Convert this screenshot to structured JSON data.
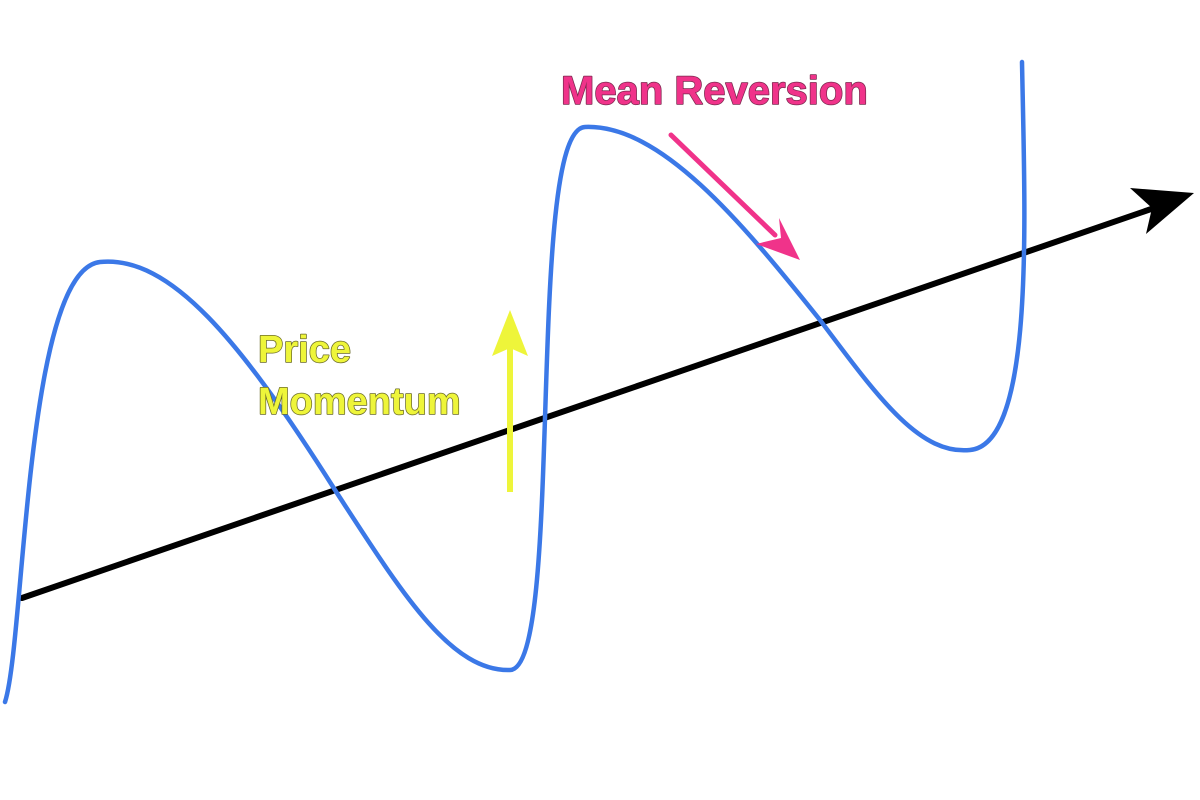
{
  "labels": {
    "mean_reversion": "Mean Reversion",
    "price_momentum_line1": "Price",
    "price_momentum_line2": "Momentum"
  },
  "colors": {
    "price_curve": "#3b78e7",
    "trend_arrow": "#000000",
    "momentum": "#eef53a",
    "mean_reversion": "#f0338a",
    "background": "#ffffff"
  }
}
